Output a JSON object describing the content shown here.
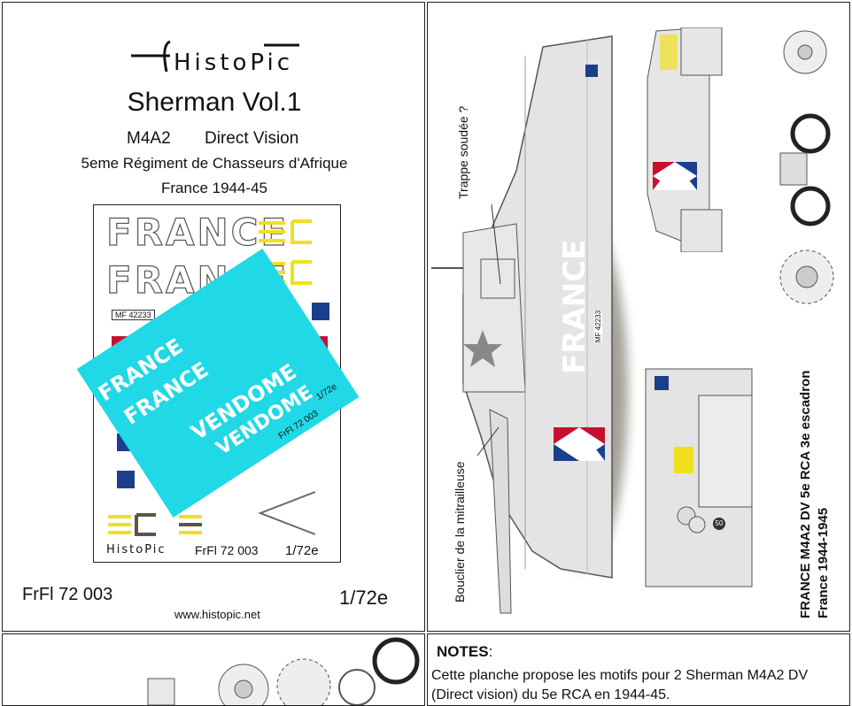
{
  "header": {
    "logo": "HistoPic",
    "title": "Sherman  Vol.1",
    "model": "M4A2",
    "variant": "Direct Vision",
    "regiment": "5eme  Régiment de Chasseurs d'Afrique",
    "region": "France 1944-45"
  },
  "sheet": {
    "france_text": "FRANCE",
    "serial": "MF 42233",
    "cyan_france": "FRANCE",
    "cyan_name": "VENDOME",
    "cyan_ref": "FrFl 72 003",
    "cyan_scale": "1/72e",
    "footer_logo": "HistoPic",
    "footer_ref": "FrFl 72 003",
    "footer_scale": "1/72e"
  },
  "footer": {
    "ref": "FrFl 72 003",
    "scale": "1/72e",
    "website": "www.histopic.net"
  },
  "profile": {
    "hull_text": "FRANCE",
    "hull_serial": "MF 42233",
    "callout_hatch": "Trappe soudée ?",
    "callout_shield": "Bouclier de la mitrailleuse",
    "caption_line1": "FRANCE M4A2 DV  5e RCA 3e escadron",
    "caption_line2": "France 1944-1945",
    "badge": "50"
  },
  "notes": {
    "title": "NOTES",
    "colon": ":",
    "line1": "Cette planche propose les motifs pour 2 Sherman M4A2 DV",
    "line2": "(Direct vision) du 5e RCA en 1944-45."
  },
  "colors": {
    "cyan": "#20d8e6",
    "navy": "#1c3f8c",
    "red": "#c8102e",
    "yellow": "#f0e020",
    "shadow": "#5a5545"
  }
}
